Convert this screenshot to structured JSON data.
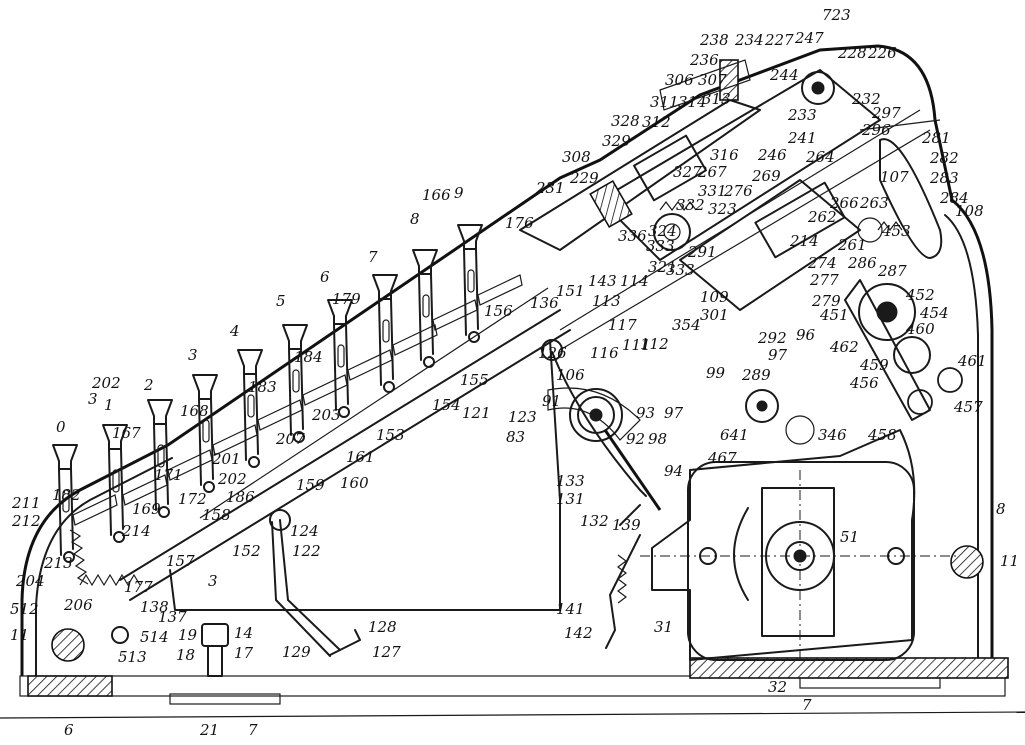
{
  "figure": {
    "labels": [
      {
        "id": "l723",
        "text": "723"
      },
      {
        "id": "l238",
        "text": "238"
      },
      {
        "id": "l234",
        "text": "234"
      },
      {
        "id": "l227",
        "text": "227"
      },
      {
        "id": "l247",
        "text": "247"
      },
      {
        "id": "l228",
        "text": "228"
      },
      {
        "id": "l226",
        "text": "226"
      },
      {
        "id": "l236",
        "text": "236"
      },
      {
        "id": "l244",
        "text": "244"
      },
      {
        "id": "l232",
        "text": "232"
      },
      {
        "id": "l297",
        "text": "297"
      },
      {
        "id": "l296",
        "text": "296"
      },
      {
        "id": "l306",
        "text": "306"
      },
      {
        "id": "l307",
        "text": "307"
      },
      {
        "id": "l311",
        "text": "311"
      },
      {
        "id": "l314",
        "text": "314"
      },
      {
        "id": "l313",
        "text": "313"
      },
      {
        "id": "l328",
        "text": "328"
      },
      {
        "id": "l312",
        "text": "312"
      },
      {
        "id": "l329",
        "text": "329"
      },
      {
        "id": "l233",
        "text": "233"
      },
      {
        "id": "l241",
        "text": "241"
      },
      {
        "id": "l246",
        "text": "246"
      },
      {
        "id": "l264",
        "text": "264"
      },
      {
        "id": "l281",
        "text": "281"
      },
      {
        "id": "l282",
        "text": "282"
      },
      {
        "id": "l283",
        "text": "283"
      },
      {
        "id": "l284",
        "text": "284"
      },
      {
        "id": "l108",
        "text": "108"
      },
      {
        "id": "l107",
        "text": "107"
      },
      {
        "id": "l308",
        "text": "308"
      },
      {
        "id": "l327",
        "text": "327"
      },
      {
        "id": "l267",
        "text": "267"
      },
      {
        "id": "l269",
        "text": "269"
      },
      {
        "id": "l316",
        "text": "316"
      },
      {
        "id": "l231",
        "text": "231"
      },
      {
        "id": "l229",
        "text": "229"
      },
      {
        "id": "l331",
        "text": "331"
      },
      {
        "id": "l276",
        "text": "276"
      },
      {
        "id": "l332",
        "text": "332"
      },
      {
        "id": "l323",
        "text": "323"
      },
      {
        "id": "l262",
        "text": "262"
      },
      {
        "id": "l266",
        "text": "266"
      },
      {
        "id": "l263",
        "text": "263"
      },
      {
        "id": "l166",
        "text": "166"
      },
      {
        "id": "l9",
        "text": "9"
      },
      {
        "id": "l8",
        "text": "8"
      },
      {
        "id": "l176",
        "text": "176"
      },
      {
        "id": "l336",
        "text": "336"
      },
      {
        "id": "l324",
        "text": "324"
      },
      {
        "id": "l333",
        "text": "333"
      },
      {
        "id": "l291",
        "text": "291"
      },
      {
        "id": "l214b",
        "text": "214"
      },
      {
        "id": "l261",
        "text": "261"
      },
      {
        "id": "l453",
        "text": "453"
      },
      {
        "id": "l274",
        "text": "274"
      },
      {
        "id": "l287",
        "text": "287"
      },
      {
        "id": "l286",
        "text": "286"
      },
      {
        "id": "l321",
        "text": "321"
      },
      {
        "id": "l333b",
        "text": "333"
      },
      {
        "id": "l277",
        "text": "277"
      },
      {
        "id": "l452",
        "text": "452"
      },
      {
        "id": "l454",
        "text": "454"
      },
      {
        "id": "l7a",
        "text": "7"
      },
      {
        "id": "l6a",
        "text": "6"
      },
      {
        "id": "l179",
        "text": "179"
      },
      {
        "id": "l151",
        "text": "151"
      },
      {
        "id": "l143",
        "text": "143"
      },
      {
        "id": "l136",
        "text": "136"
      },
      {
        "id": "l114",
        "text": "114"
      },
      {
        "id": "l113",
        "text": "113"
      },
      {
        "id": "l109",
        "text": "109"
      },
      {
        "id": "l279",
        "text": "279"
      },
      {
        "id": "l451",
        "text": "451"
      },
      {
        "id": "l460",
        "text": "460"
      },
      {
        "id": "l5a",
        "text": "5"
      },
      {
        "id": "l156",
        "text": "156"
      },
      {
        "id": "l117",
        "text": "117"
      },
      {
        "id": "l354",
        "text": "354"
      },
      {
        "id": "l301",
        "text": "301"
      },
      {
        "id": "l96",
        "text": "96"
      },
      {
        "id": "l4a",
        "text": "4"
      },
      {
        "id": "l292",
        "text": "292"
      },
      {
        "id": "l462",
        "text": "462"
      },
      {
        "id": "l111",
        "text": "111"
      },
      {
        "id": "l112",
        "text": "112"
      },
      {
        "id": "l126",
        "text": "126"
      },
      {
        "id": "l116",
        "text": "116"
      },
      {
        "id": "l106",
        "text": "106"
      },
      {
        "id": "l97a",
        "text": "97"
      },
      {
        "id": "l459",
        "text": "459"
      },
      {
        "id": "l461",
        "text": "461"
      },
      {
        "id": "l3a",
        "text": "3"
      },
      {
        "id": "l184",
        "text": "184"
      },
      {
        "id": "l155",
        "text": "155"
      },
      {
        "id": "l289",
        "text": "289"
      },
      {
        "id": "l456",
        "text": "456"
      },
      {
        "id": "l202",
        "text": "202"
      },
      {
        "id": "l3b",
        "text": "3"
      },
      {
        "id": "l2a",
        "text": "2"
      },
      {
        "id": "l183",
        "text": "183"
      },
      {
        "id": "l99",
        "text": "99"
      },
      {
        "id": "l457",
        "text": "457"
      },
      {
        "id": "l154",
        "text": "154"
      },
      {
        "id": "l91",
        "text": "91"
      },
      {
        "id": "l168",
        "text": "168"
      },
      {
        "id": "l203",
        "text": "203"
      },
      {
        "id": "l153",
        "text": "153"
      },
      {
        "id": "l97b",
        "text": "97"
      },
      {
        "id": "l123",
        "text": "123"
      },
      {
        "id": "l93",
        "text": "93"
      },
      {
        "id": "l121",
        "text": "121"
      },
      {
        "id": "l641",
        "text": "641"
      },
      {
        "id": "l346",
        "text": "346"
      },
      {
        "id": "l167",
        "text": "167"
      },
      {
        "id": "l92",
        "text": "92"
      },
      {
        "id": "l98",
        "text": "98"
      },
      {
        "id": "l83",
        "text": "83"
      },
      {
        "id": "l458",
        "text": "458"
      },
      {
        "id": "l207",
        "text": "207"
      },
      {
        "id": "l161",
        "text": "161"
      },
      {
        "id": "l201",
        "text": "201"
      },
      {
        "id": "l467",
        "text": "467"
      },
      {
        "id": "l94",
        "text": "94"
      },
      {
        "id": "l171",
        "text": "171"
      },
      {
        "id": "l202b",
        "text": "202"
      },
      {
        "id": "l160",
        "text": "160"
      },
      {
        "id": "l159",
        "text": "159"
      },
      {
        "id": "l186",
        "text": "186"
      },
      {
        "id": "l133",
        "text": "133"
      },
      {
        "id": "l131",
        "text": "131"
      },
      {
        "id": "l211",
        "text": "211"
      },
      {
        "id": "l182",
        "text": "182"
      },
      {
        "id": "l172",
        "text": "172"
      },
      {
        "id": "l169",
        "text": "169"
      },
      {
        "id": "l8b",
        "text": "8"
      },
      {
        "id": "l212",
        "text": "212"
      },
      {
        "id": "l214",
        "text": "214"
      },
      {
        "id": "l158",
        "text": "158"
      },
      {
        "id": "l124",
        "text": "124"
      },
      {
        "id": "l132",
        "text": "132"
      },
      {
        "id": "l139",
        "text": "139"
      },
      {
        "id": "l51",
        "text": "51"
      },
      {
        "id": "l122",
        "text": "122"
      },
      {
        "id": "l152",
        "text": "152"
      },
      {
        "id": "l213",
        "text": "213"
      },
      {
        "id": "l157",
        "text": "157"
      },
      {
        "id": "l11a",
        "text": "11"
      },
      {
        "id": "l204",
        "text": "204"
      },
      {
        "id": "l177",
        "text": "177"
      },
      {
        "id": "l3c",
        "text": "3"
      },
      {
        "id": "l206",
        "text": "206"
      },
      {
        "id": "l138",
        "text": "138"
      },
      {
        "id": "l137",
        "text": "137"
      },
      {
        "id": "l141",
        "text": "141"
      },
      {
        "id": "l11b",
        "text": "11"
      },
      {
        "id": "l512",
        "text": "512"
      },
      {
        "id": "l514",
        "text": "514"
      },
      {
        "id": "l142",
        "text": "142"
      },
      {
        "id": "l31",
        "text": "31"
      },
      {
        "id": "l19",
        "text": "19"
      },
      {
        "id": "l14",
        "text": "14"
      },
      {
        "id": "l128",
        "text": "128"
      },
      {
        "id": "l513",
        "text": "513"
      },
      {
        "id": "l18",
        "text": "18"
      },
      {
        "id": "l17",
        "text": "17"
      },
      {
        "id": "l129",
        "text": "129"
      },
      {
        "id": "l127",
        "text": "127"
      },
      {
        "id": "l32",
        "text": "32"
      },
      {
        "id": "l7b",
        "text": "7"
      },
      {
        "id": "l6b",
        "text": "6"
      },
      {
        "id": "l21",
        "text": "21"
      },
      {
        "id": "l7c",
        "text": "7"
      },
      {
        "id": "l0",
        "text": "0"
      },
      {
        "id": "l1",
        "text": "1"
      }
    ]
  }
}
